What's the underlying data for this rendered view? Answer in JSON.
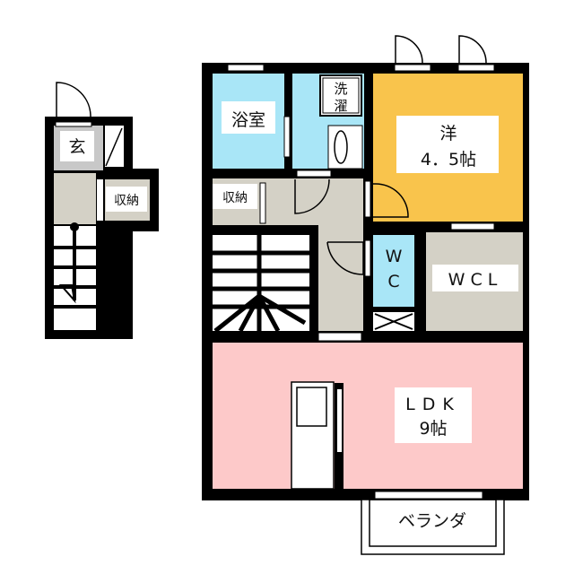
{
  "floor_plan": {
    "rooms": {
      "bath": {
        "label": "浴室"
      },
      "laundry": {
        "label_line1": "洗",
        "label_line2": "濯"
      },
      "western_room": {
        "label_line1": "洋",
        "label_line2": "4．5帖"
      },
      "storage_upper": {
        "label": "収納"
      },
      "wc": {
        "label_line1": "W",
        "label_line2": "C"
      },
      "walk_in_closet": {
        "label": "WCL"
      },
      "ldk": {
        "label_line1": "LDK",
        "label_line2": "9帖"
      },
      "veranda": {
        "label": "ベランダ"
      },
      "entrance": {
        "label": "玄"
      },
      "storage_entrance": {
        "label": "収納"
      }
    },
    "colors": {
      "bath": "#a9e6f7",
      "western_room": "#f9c44c",
      "hall": "#d4d1c6",
      "entrance": "#c8c8c8",
      "ldk": "#fdc9c9",
      "wall": "#000000"
    }
  }
}
